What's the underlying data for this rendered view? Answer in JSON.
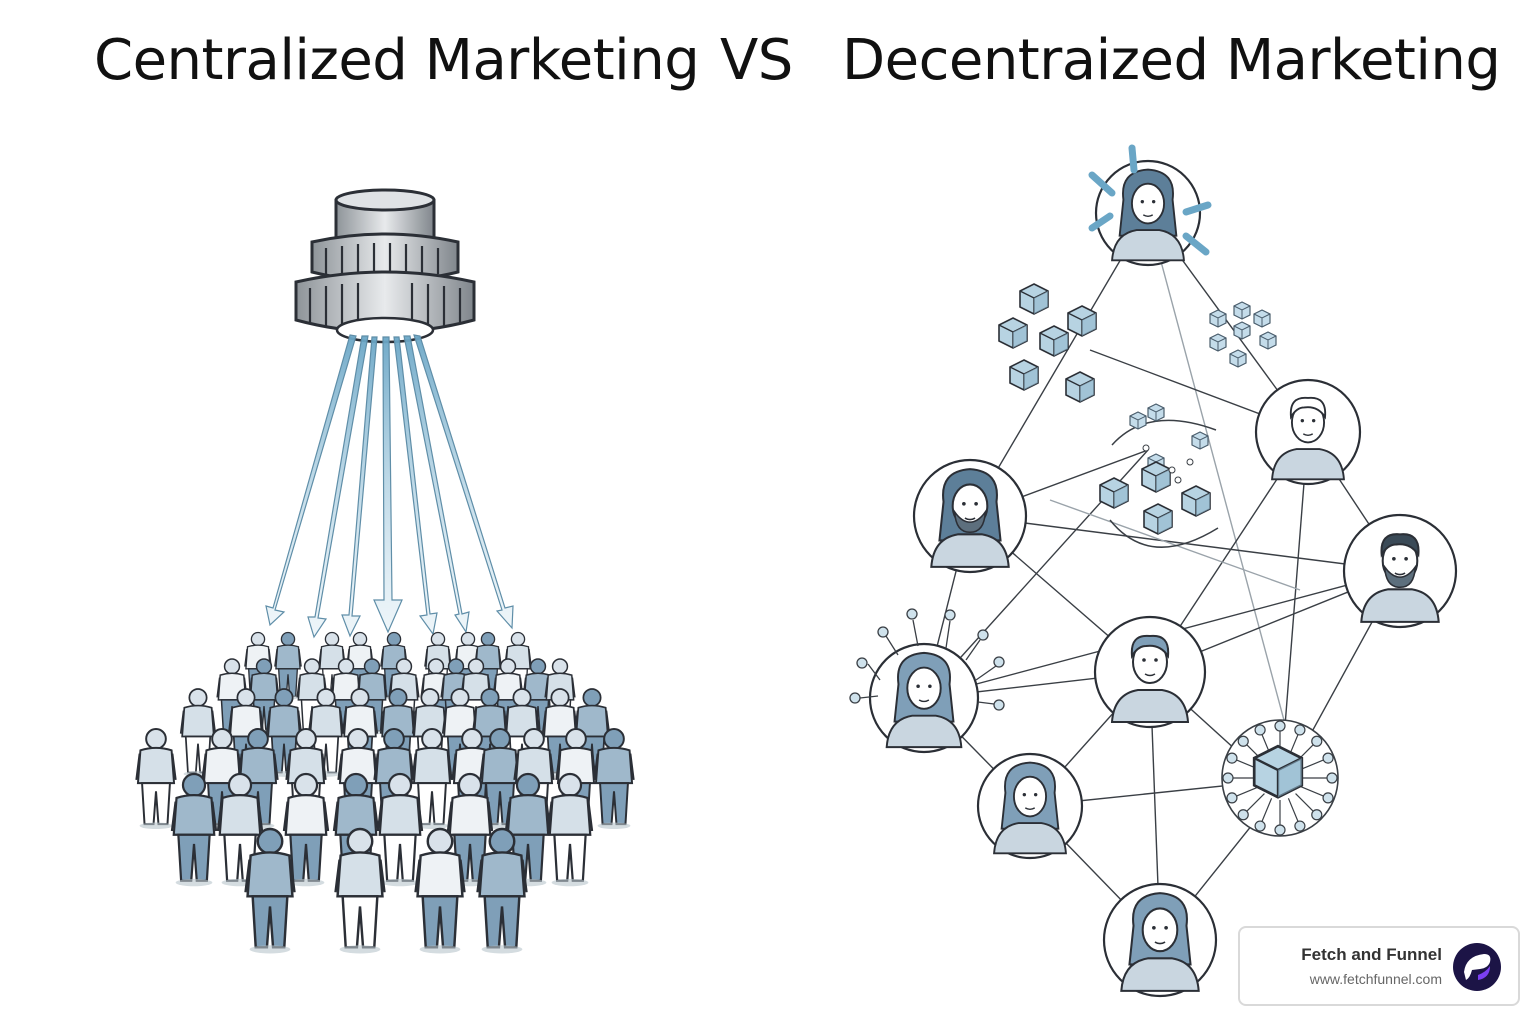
{
  "titles": {
    "left": "Centralized Marketing",
    "vs": "VS",
    "right": "Decentraized Marketing"
  },
  "badge": {
    "name": "Fetch and Funnel",
    "url": "www.fetchfunnel.com"
  },
  "colors": {
    "ink": "#2b2f36",
    "figure_blue": "#7f9fb8",
    "figure_light": "#c9d6e0",
    "beam": "#8fbcd4",
    "cube": "#a9cadb",
    "logo_bg": "#1c1446",
    "logo_accent": "#7b3ff2"
  },
  "icons": [
    "broadcast-tower-icon",
    "person-icon",
    "cube-icon",
    "fetch-funnel-logo-icon"
  ]
}
